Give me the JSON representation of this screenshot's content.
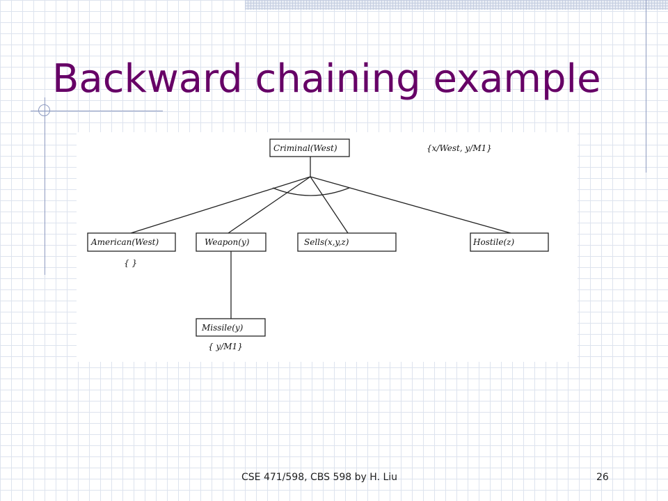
{
  "slide": {
    "title": "Backward chaining example",
    "footer": "CSE 471/598, CBS 598 by H. Liu",
    "page_number": "26"
  },
  "diagram": {
    "root": {
      "label": "Criminal(West)",
      "substitution": "{x/West, y/M1}"
    },
    "children": [
      {
        "label": "American(West)",
        "substitution": "{ }"
      },
      {
        "label": "Weapon(y)",
        "substitution": ""
      },
      {
        "label": "Sells(x,y,z)",
        "substitution": ""
      },
      {
        "label": "Hostile(z)",
        "substitution": ""
      }
    ],
    "grandchild": {
      "label": "Missile(y)",
      "substitution": "{ y/M1}"
    }
  },
  "colors": {
    "title": "#660066",
    "grid": "#dde3ee",
    "rule": "#8d9ac0"
  }
}
